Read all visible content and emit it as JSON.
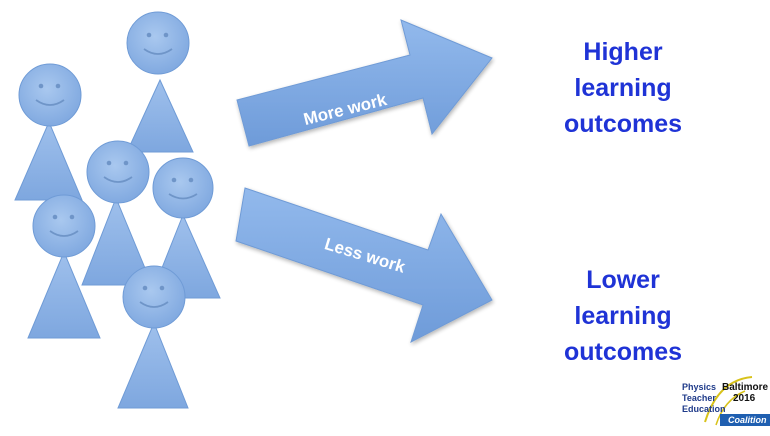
{
  "arrows": {
    "top_label": "More work",
    "bottom_label": "Less work"
  },
  "outcomes": {
    "higher": [
      "Higher",
      "learning",
      "outcomes"
    ],
    "lower": [
      "Lower",
      "learning",
      "outcomes"
    ]
  },
  "logo": {
    "line1": "Physics",
    "line2": "Teacher",
    "line3": "Education",
    "city": "Baltimore",
    "year": "2016",
    "coalition": "Coalition"
  },
  "colors": {
    "figure_fill": "#8cb3e6",
    "figure_stroke": "#6f9bd6",
    "arrow_fill": "#7aa7e2",
    "outcome_text": "#1f33d6"
  }
}
